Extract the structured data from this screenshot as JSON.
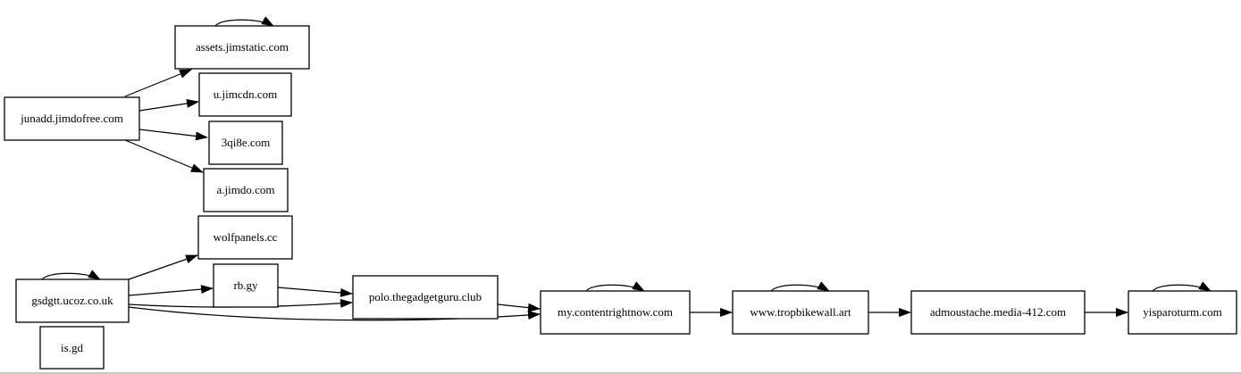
{
  "nodes": {
    "junadd": "junadd.jimdofree.com",
    "assets": "assets.jimstatic.com",
    "ujimcdn": "u.jimcdn.com",
    "qi8e": "3qi8e.com",
    "ajimdo": "a.jimdo.com",
    "wolfpanels": "wolfpanels.cc",
    "rbgy": "rb.gy",
    "gsdgtt": "gsdgtt.ucoz.co.uk",
    "isgd": "is.gd",
    "polo": "polo.thegadgetguru.club",
    "mycontent": "my.contentrightnow.com",
    "tropbike": "www.tropbikewall.art",
    "admoustache": "admoustache.media-412.com",
    "yisparo": "yisparoturm.com"
  },
  "edges": [
    [
      "junadd",
      "assets"
    ],
    [
      "junadd",
      "ujimcdn"
    ],
    [
      "junadd",
      "qi8e"
    ],
    [
      "junadd",
      "ajimdo"
    ],
    [
      "assets",
      "assets"
    ],
    [
      "gsdgtt",
      "gsdgtt"
    ],
    [
      "gsdgtt",
      "wolfpanels"
    ],
    [
      "gsdgtt",
      "rbgy"
    ],
    [
      "gsdgtt",
      "polo"
    ],
    [
      "gsdgtt",
      "mycontent"
    ],
    [
      "rbgy",
      "polo"
    ],
    [
      "polo",
      "mycontent"
    ],
    [
      "mycontent",
      "mycontent"
    ],
    [
      "mycontent",
      "tropbike"
    ],
    [
      "tropbike",
      "tropbike"
    ],
    [
      "tropbike",
      "admoustache"
    ],
    [
      "admoustache",
      "yisparo"
    ],
    [
      "yisparo",
      "yisparo"
    ]
  ]
}
